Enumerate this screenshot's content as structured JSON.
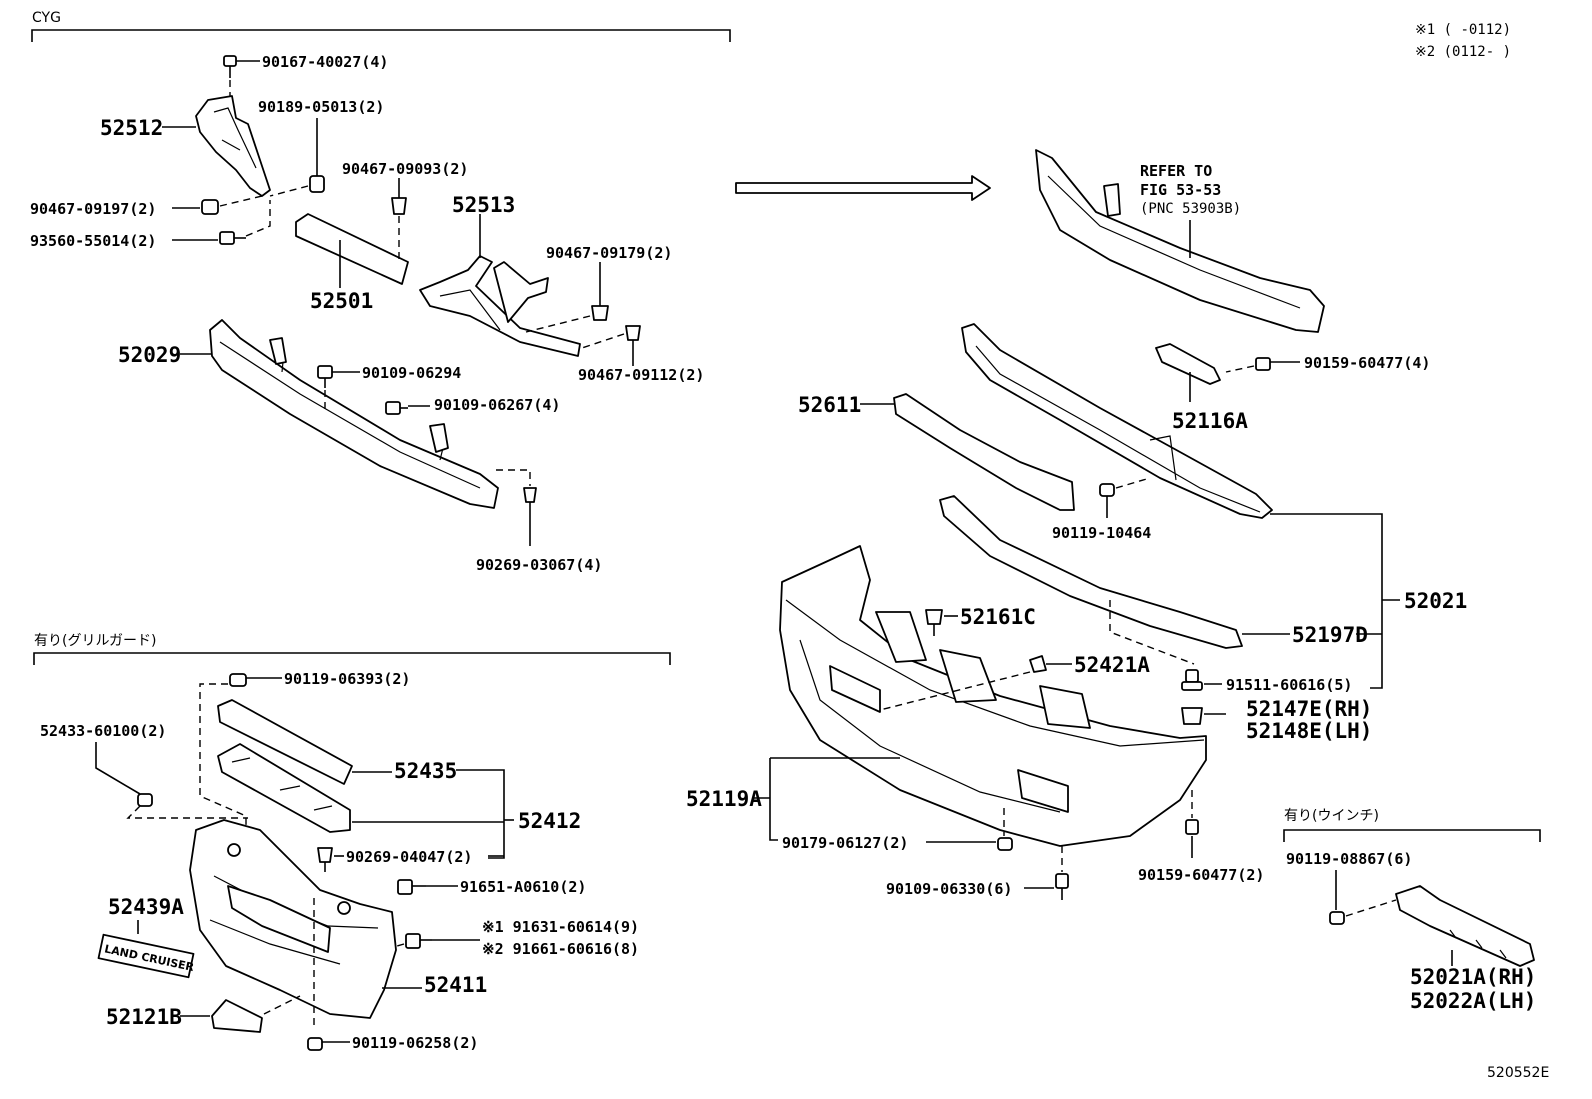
{
  "sections": {
    "cyg": "CYG",
    "grille_guard": "有り(グリルガード)",
    "winch": "有り(ウインチ)"
  },
  "notes": {
    "n1": "※1 (      -0112)",
    "n2": "※2 (0112-      )"
  },
  "refer": {
    "line1": "REFER TO",
    "line2": "FIG 53-53",
    "line3": "(PNC 53903B)"
  },
  "emblem_text": "LAND CRUISER",
  "figure_id": "520552E",
  "parts": {
    "p90167_40027": "90167-40027(4)",
    "p52512": "52512",
    "p90189_05013": "90189-05013(2)",
    "p90467_09093": "90467-09093(2)",
    "p90467_09197": "90467-09197(2)",
    "p52513": "52513",
    "p93560_55014": "93560-55014(2)",
    "p90467_09179": "90467-09179(2)",
    "p52501": "52501",
    "p52029": "52029",
    "p90467_09112": "90467-09112(2)",
    "p90109_06294": "90109-06294",
    "p90109_06267": "90109-06267(4)",
    "p90269_03067": "90269-03067(4)",
    "p90159_60477a": "90159-60477(4)",
    "p52116A": "52116A",
    "p52611": "52611",
    "p90119_10464": "90119-10464",
    "p52021": "52021",
    "p52161C": "52161C",
    "p52197D": "52197D",
    "p52421A": "52421A",
    "p91511_60616": "91511-60616(5)",
    "p52147E": "52147E(RH)",
    "p52148E": "52148E(LH)",
    "p52119A": "52119A",
    "p90179_06127": "90179-06127(2)",
    "p90159_60477b": "90159-60477(2)",
    "p90109_06330": "90109-06330(6)",
    "p90119_08867": "90119-08867(6)",
    "p52021A": "52021A(RH)",
    "p52022A": "52022A(LH)",
    "p90119_06393": "90119-06393(2)",
    "p52433_60100": "52433-60100(2)",
    "p52435": "52435",
    "p52412": "52412",
    "p90269_04047": "90269-04047(2)",
    "p91651_A0610": "91651-A0610(2)",
    "p52439A": "52439A",
    "p91631_60614": "※1 91631-60614(9)",
    "p91661_60616": "※2 91661-60616(8)",
    "p52411": "52411",
    "p52121B": "52121B",
    "p90119_06258": "90119-06258(2)"
  }
}
